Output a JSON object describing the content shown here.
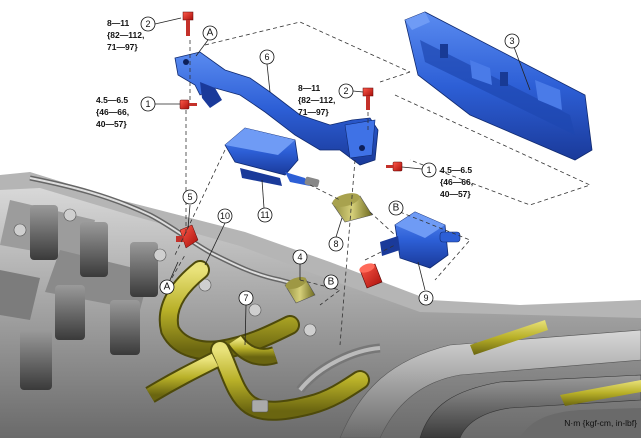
{
  "callouts": [
    "1",
    "2",
    "3",
    "4",
    "5",
    "6",
    "7",
    "8",
    "9",
    "10",
    "11"
  ],
  "letters": [
    "A",
    "B"
  ],
  "torque_top_left": [
    "8—11",
    "{82—112,",
    "71—97}"
  ],
  "torque_mid_left": [
    "4.5—6.5",
    "{46—66,",
    "40—57}"
  ],
  "torque_top_center": [
    "8—11",
    "{82—112,",
    "71—97}"
  ],
  "torque_right": [
    "4.5—6.5",
    "{46—66,",
    "40—57}"
  ],
  "units_label": "N·m {kgf-cm, in-lbf}",
  "colors": {
    "part_blue": "#2d5fd6",
    "part_blue_dark": "#1a3a9a",
    "bolt_red": "#e0201c",
    "hose_yellow": "#c9c23a",
    "engine_gray": "#8c8c8c",
    "engine_gray_light": "#c8c8c8",
    "engine_gray_dark": "#4a4a4a"
  }
}
